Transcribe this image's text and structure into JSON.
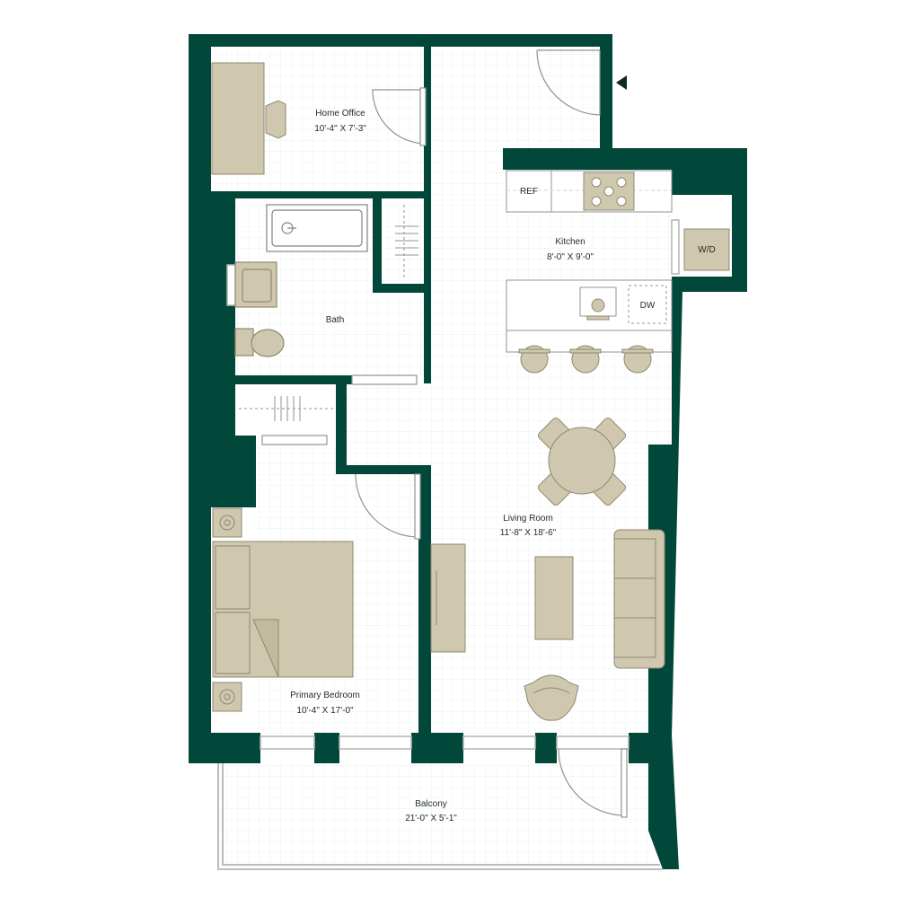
{
  "colors": {
    "wall": "#02483A",
    "furniture": "#CFC7AE",
    "furniture_stroke": "#8F8A73",
    "grid": "#EDEFEE",
    "line": "#B9BDB8"
  },
  "rooms": {
    "home_office": {
      "name": "Home Office",
      "size": "10'-4\" X 7'-3\""
    },
    "kitchen": {
      "name": "Kitchen",
      "size": "8'-0\" X 9'-0\""
    },
    "bath": {
      "name": "Bath"
    },
    "living_room": {
      "name": "Living Room",
      "size": "11'-8\" X 18'-6\""
    },
    "primary_bedroom": {
      "name": "Primary Bedroom",
      "size": "10'-4\" X 17'-0\""
    },
    "balcony": {
      "name": "Balcony",
      "size": "21'-0\" X 5'-1\""
    }
  },
  "appliances": {
    "ref": "REF",
    "wd": "W/D",
    "dw": "DW"
  },
  "icons": {
    "entry": "entry-arrow-icon"
  }
}
